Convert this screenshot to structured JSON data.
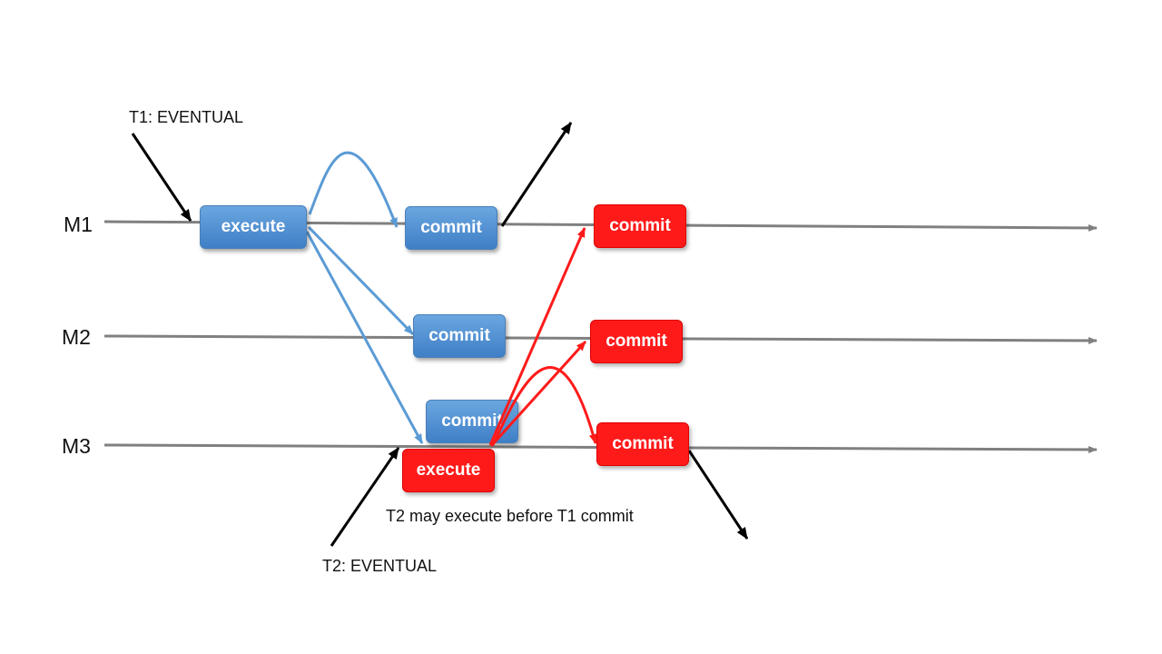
{
  "machines": [
    "M1",
    "M2",
    "M3"
  ],
  "transactions": {
    "t1_label": "T1: EVENTUAL",
    "t2_label": "T2: EVENTUAL"
  },
  "boxes": {
    "t1_execute": "execute",
    "t1_commit_m1": "commit",
    "t1_commit_m2": "commit",
    "t1_commit_m3": "commit",
    "t2_execute": "execute",
    "t2_commit_m1": "commit",
    "t2_commit_m2": "commit",
    "t2_commit_m3": "commit"
  },
  "note": "T2 may execute before T1 commit",
  "colors": {
    "t1": "#5b9bd5",
    "t2": "#ff1a1a",
    "timeline": "#808080",
    "client_arrow": "#000000"
  }
}
